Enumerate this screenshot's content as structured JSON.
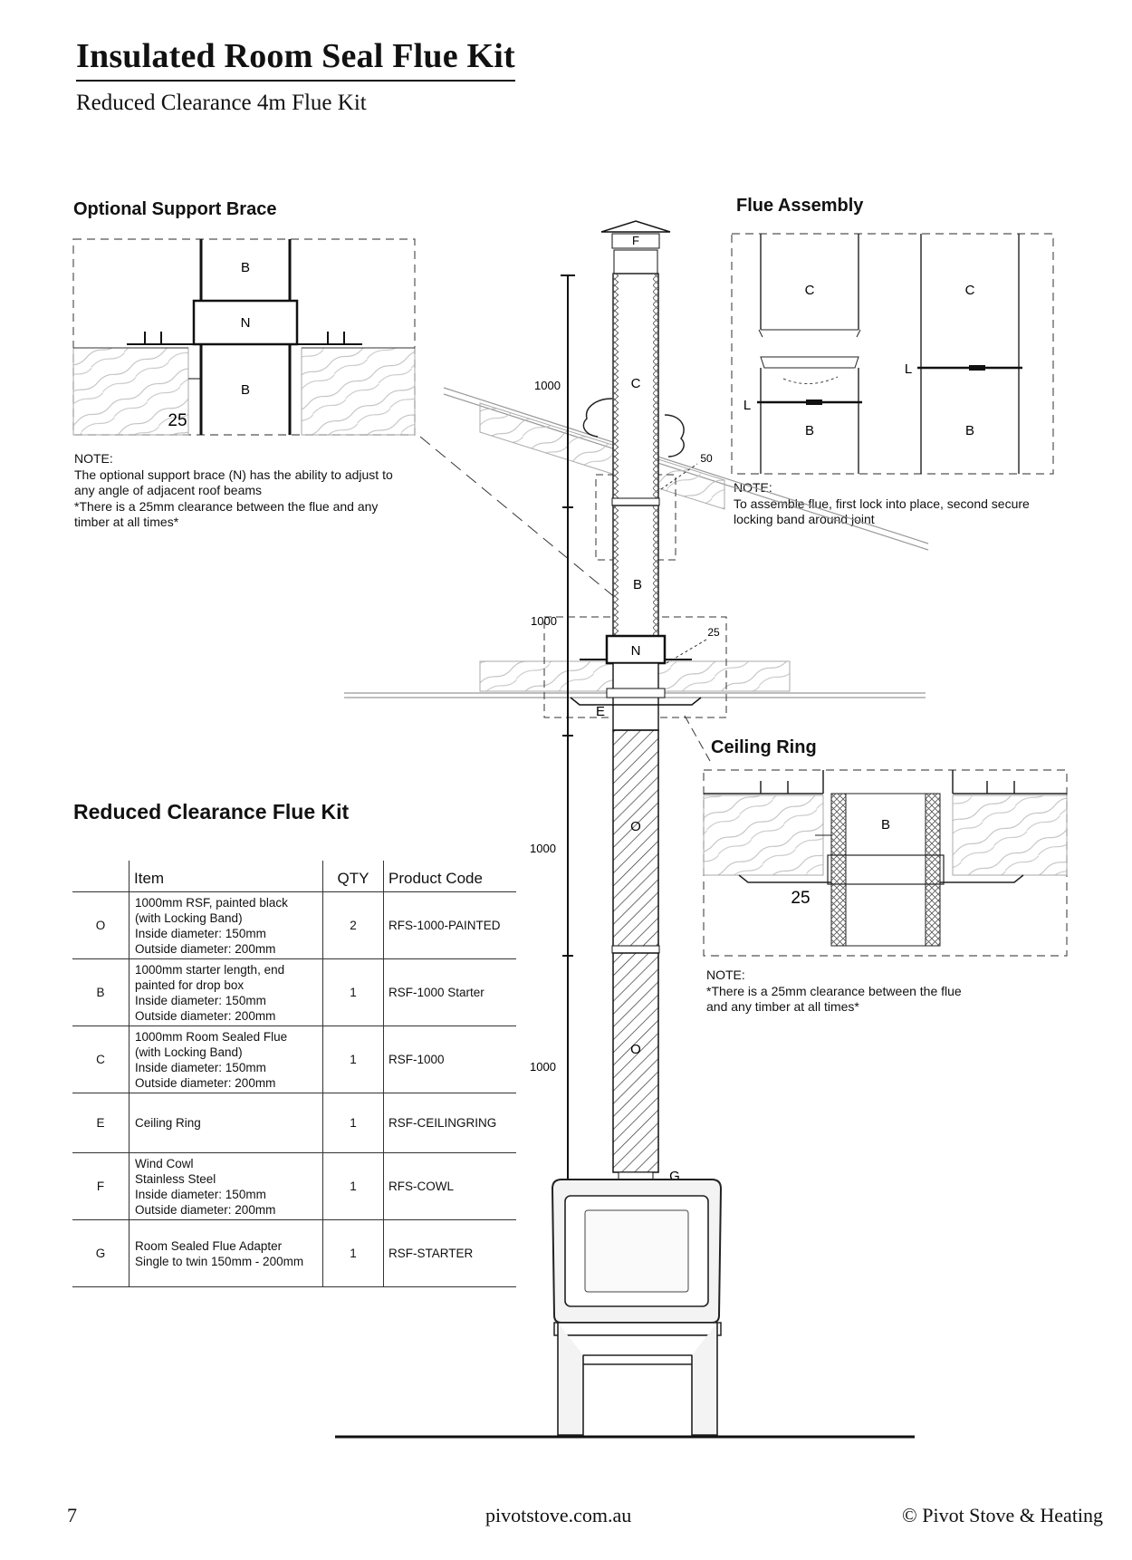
{
  "header": {
    "title": "Insulated Room Seal Flue Kit",
    "subtitle": "Reduced Clearance 4m Flue Kit"
  },
  "support_brace": {
    "heading": "Optional Support Brace",
    "labels": {
      "top": "B",
      "brace": "N",
      "bottom": "B",
      "clearance": "25"
    },
    "note": [
      "NOTE:",
      "The optional support brace (N) has the ability to adjust to",
      "any angle of adjacent roof beams",
      "*There is a 25mm clearance between the flue and any",
      "timber at all times*"
    ]
  },
  "flue_assembly": {
    "heading": "Flue Assembly",
    "labels": {
      "top_left": "C",
      "top_right": "C",
      "bottom_left": "B",
      "bottom_right": "B",
      "band_left": "L",
      "band_right": "L"
    },
    "note": [
      "NOTE:",
      "To assemble flue, first lock into place, second secure",
      "locking band around joint"
    ]
  },
  "main_diagram": {
    "cowl": "F",
    "section_c": "C",
    "section_b": "B",
    "brace": "N",
    "ceiling_ring": "E",
    "section_o1": "O",
    "section_o2": "O",
    "adapter": "G",
    "dimensions": [
      "1000",
      "1000",
      "1000",
      "1000"
    ],
    "clearance_roof": "50",
    "clearance_ceiling": "25"
  },
  "ceiling_ring": {
    "heading": "Ceiling Ring",
    "labels": {
      "pipe": "B",
      "clearance": "25"
    },
    "note": [
      "NOTE:",
      "*There is a 25mm clearance between the flue",
      "and any timber at all times*"
    ]
  },
  "kit": {
    "heading": "Reduced Clearance Flue Kit",
    "columns": {
      "item": "Item",
      "qty": "QTY",
      "code": "Product Code"
    },
    "rows": [
      {
        "letter": "O",
        "item": [
          "1000mm RSF, painted black",
          "(with Locking Band)",
          "Inside diameter: 150mm",
          "Outside diameter: 200mm"
        ],
        "qty": "2",
        "code": "RFS-1000-PAINTED"
      },
      {
        "letter": "B",
        "item": [
          "1000mm starter length, end",
          "painted for drop box",
          "Inside diameter: 150mm",
          "Outside diameter: 200mm"
        ],
        "qty": "1",
        "code": "RSF-1000 Starter"
      },
      {
        "letter": "C",
        "item": [
          "1000mm Room Sealed Flue",
          "(with Locking Band)",
          "Inside diameter: 150mm",
          "Outside diameter: 200mm"
        ],
        "qty": "1",
        "code": "RSF-1000"
      },
      {
        "letter": "E",
        "item": [
          "Ceiling Ring"
        ],
        "qty": "1",
        "code": "RSF-CEILINGRING"
      },
      {
        "letter": "F",
        "item": [
          "Wind Cowl",
          "Stainless Steel",
          "Inside diameter: 150mm",
          "Outside diameter: 200mm"
        ],
        "qty": "1",
        "code": "RFS-COWL"
      },
      {
        "letter": "G",
        "item": [
          "Room Sealed Flue Adapter",
          "Single to twin 150mm - 200mm"
        ],
        "qty": "1",
        "code": "RSF-STARTER"
      }
    ]
  },
  "footer": {
    "page_number": "7",
    "website": "pivotstove.com.au",
    "copyright": "© Pivot Stove & Heating"
  }
}
